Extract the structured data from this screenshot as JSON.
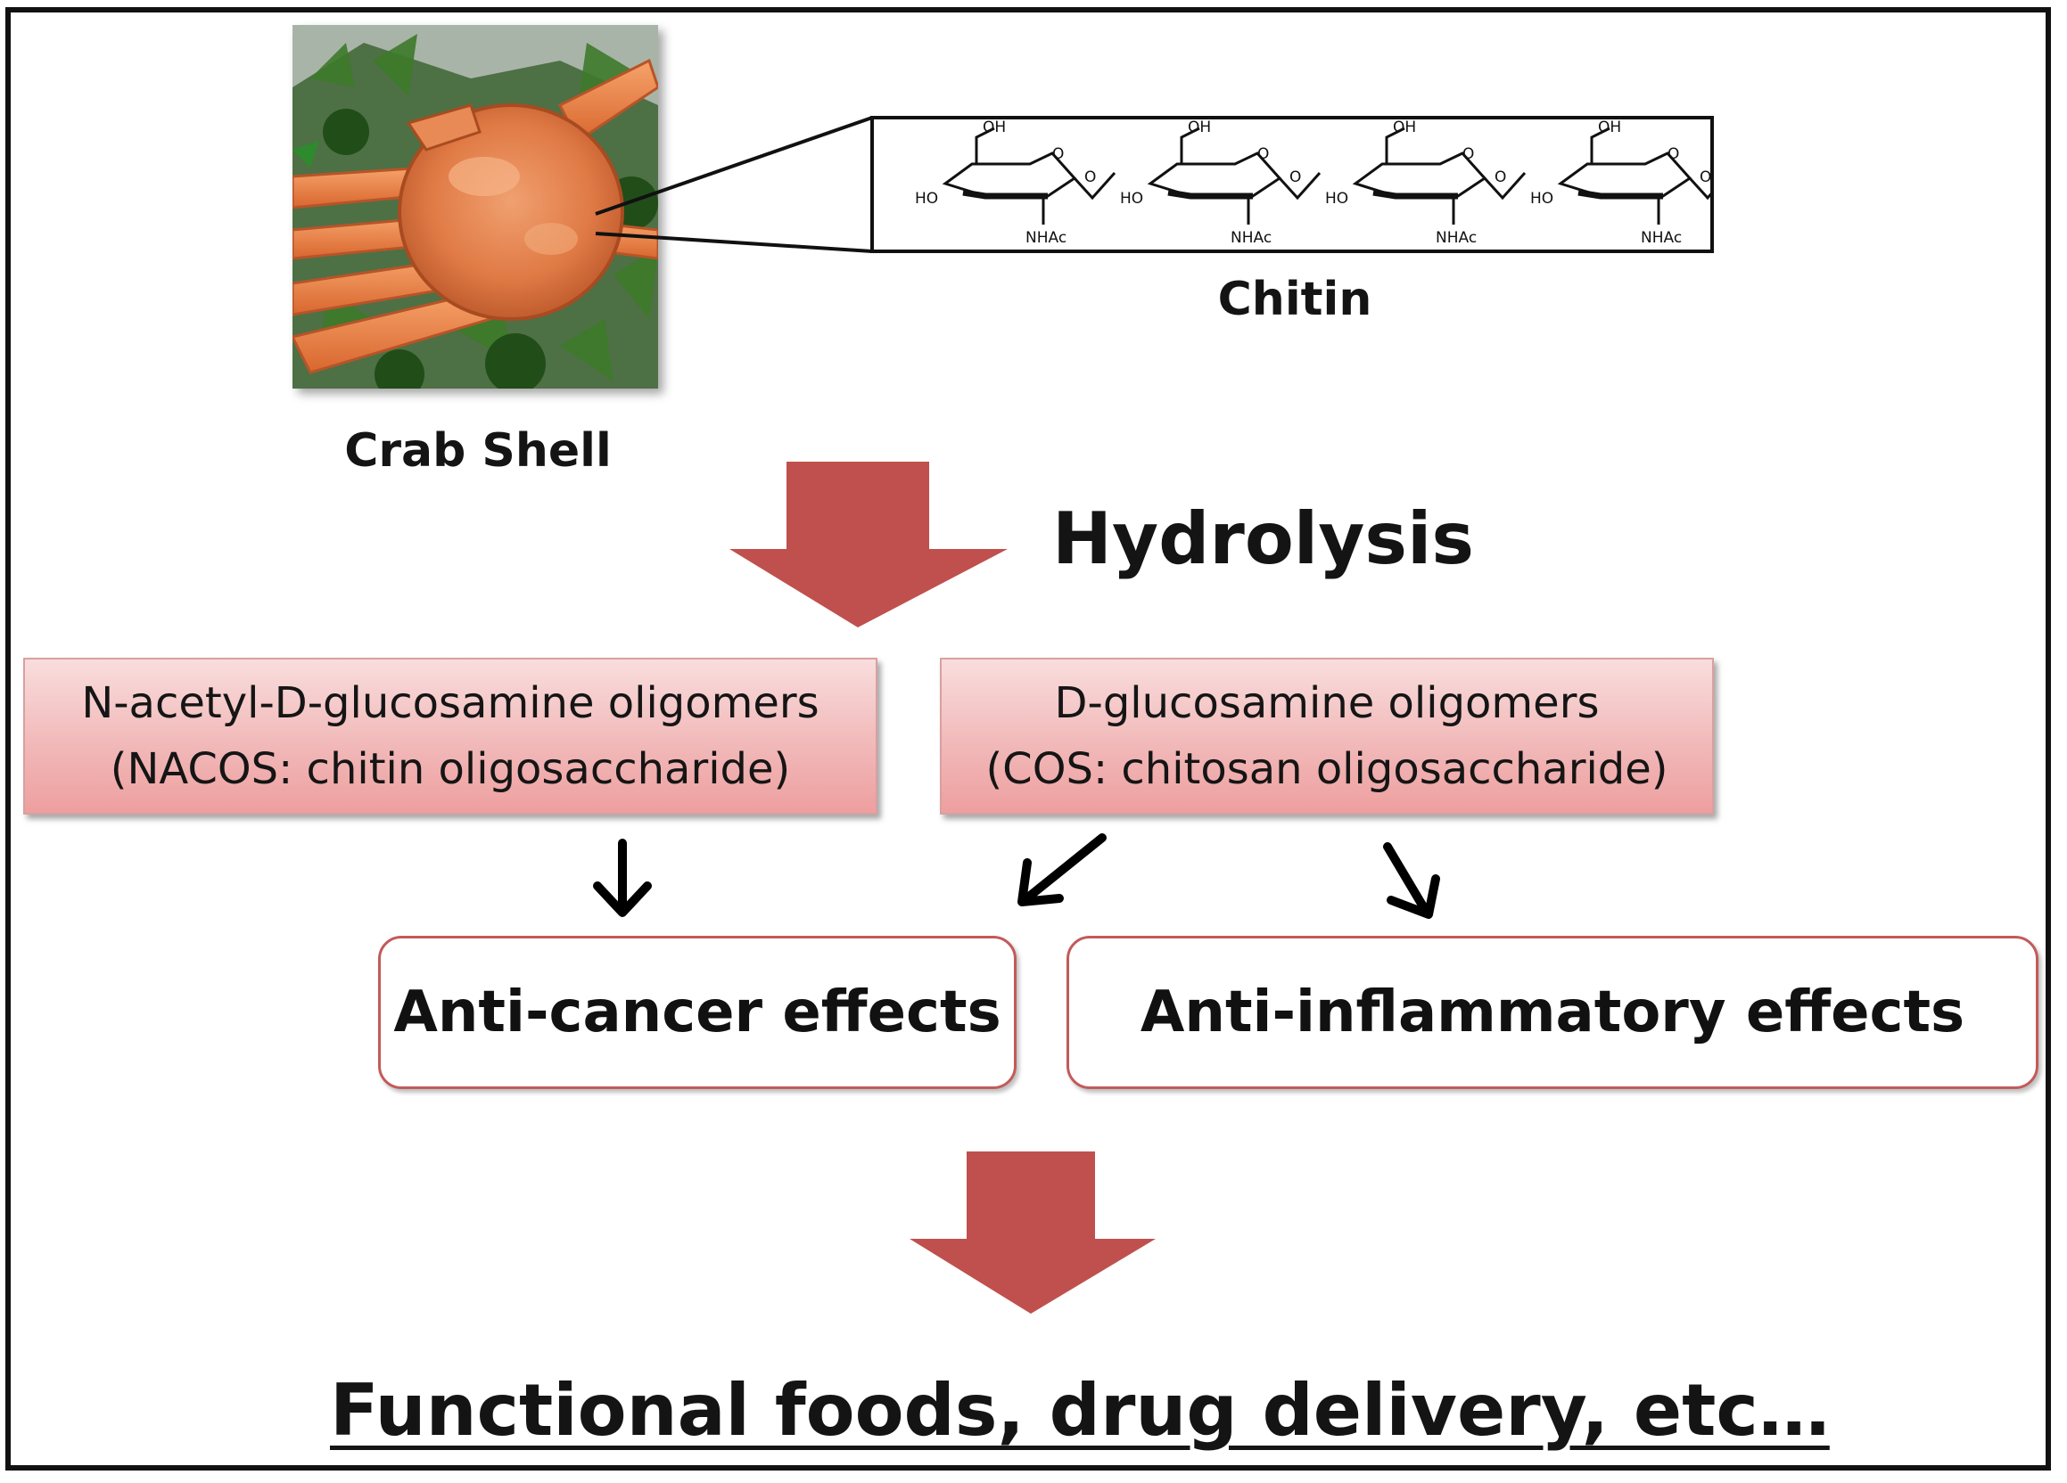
{
  "crab": {
    "caption": "Crab Shell"
  },
  "chitin": {
    "caption": "Chitin",
    "labels": {
      "oh": "OH",
      "ho": "HO",
      "o": "O",
      "nhac": "NHAc"
    }
  },
  "hydrolysis": {
    "label": "Hydrolysis"
  },
  "oligomers": {
    "nacos": {
      "line1": "N-acetyl-D-glucosamine oligomers",
      "line2": "(NACOS: chitin oligosaccharide)"
    },
    "cos": {
      "line1": "D-glucosamine oligomers",
      "line2": "(COS: chitosan oligosaccharide)"
    }
  },
  "effects": {
    "anticancer": "Anti-cancer effects",
    "antiinflammatory": "Anti-inflammatory effects"
  },
  "conclusion": "Functional foods, drug delivery, etc…",
  "colors": {
    "big_arrow": "#c0504d",
    "box_fill": "#f2b8b8",
    "box_border": "#c35a5a",
    "text": "#111111"
  }
}
